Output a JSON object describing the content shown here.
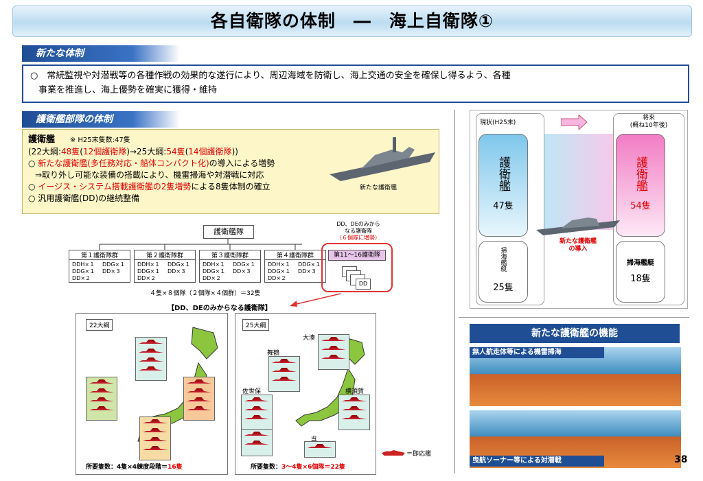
{
  "title": "各自衛隊の体制　―　海上自衛隊①",
  "sections": {
    "new_system": "新たな体制",
    "escort_system": "護衛艦部隊の体制",
    "new_function": "新たな護衛艦の機能"
  },
  "policy": {
    "line1": "○　常続監視や対潜戦等の各種作戦の効果的な遂行により、周辺海域を防衛し、海上交通の安全を確保し得るよう、各種",
    "line2": "事業を推進し、海上優勢を確実に獲得・維持"
  },
  "escort": {
    "heading": "護衛艦",
    "note": "※ H25末隻数:47隻",
    "l1a": "(22大綱:",
    "l1b": "48隻",
    "l1c": "(",
    "l1d": "12個護衛隊",
    "l1e": ")→25大綱:",
    "l1f": "54隻",
    "l1g": "(",
    "l1h": "14個護衛隊",
    "l1i": "))",
    "l2a": "○  ",
    "l2b": "新たな護衛艦(多任務対応・船体コンパクト化)",
    "l2c": "の導入による増勢",
    "l3": "⇒取り外し可能な装備の搭載により、機雷掃海や対潜戦に対応",
    "l4a": "○  ",
    "l4b": "イージス・システム搭載護衛艦の2隻増勢",
    "l4c": "による8隻体制の確立",
    "l5": "○  汎用護衛艦(DD)の継続整備",
    "ship_caption": "新たな護衛艦"
  },
  "org": {
    "root": "護衛艦隊",
    "groups": [
      "第１護衛隊群",
      "第２護衛隊群",
      "第３護衛隊群",
      "第４護衛隊群"
    ],
    "ships_a": [
      "DDH×１",
      "DDG×１",
      "DD×２"
    ],
    "ships_b": [
      "DDG×１",
      "DD×３"
    ],
    "formula": "４隻×８個隊（２個隊×４個群）＝32隻",
    "dd_note1": "DD、DEのみから",
    "dd_note2": "なる護衛隊",
    "dd_note3": "（６個隊に増勢）",
    "squadron": "第11～16護衛隊",
    "dd_label": "DD",
    "dd_de_title": "【DD、DEのみからなる護衛隊】"
  },
  "map22": {
    "label": "22大綱",
    "caption_a": "所要隻数：4隻×4練度段階＝",
    "caption_b": "16隻"
  },
  "map25": {
    "label": "25大綱",
    "places": [
      "大湊",
      "舞鶴",
      "佐世保",
      "横須賀",
      "呉"
    ],
    "caption_a": "所要隻数：",
    "caption_b": "3～4隻×6個隊＝22隻"
  },
  "legend": "＝即応艦",
  "compare": {
    "now_label": "現状(H25末)",
    "future_label1": "将来",
    "future_label2": "(概ね10年後)",
    "escort_word": "護衛艦",
    "now_count": "47隻",
    "future_count": "54隻",
    "sweeper_now": "掃海艦艇",
    "sweeper_now_count": "25隻",
    "sweeper_future": "掃海艦艇",
    "sweeper_future_count": "18隻",
    "intro1": "新たな護衛艦",
    "intro2": "の導入"
  },
  "functions": {
    "mine": "無人航走体等による機雷掃海",
    "sonar": "曳航ソーナー等による対潜戦"
  },
  "page_number": "38",
  "colors": {
    "navy": "#1f4e95",
    "red": "#e00000",
    "pink": "#e8318a"
  }
}
